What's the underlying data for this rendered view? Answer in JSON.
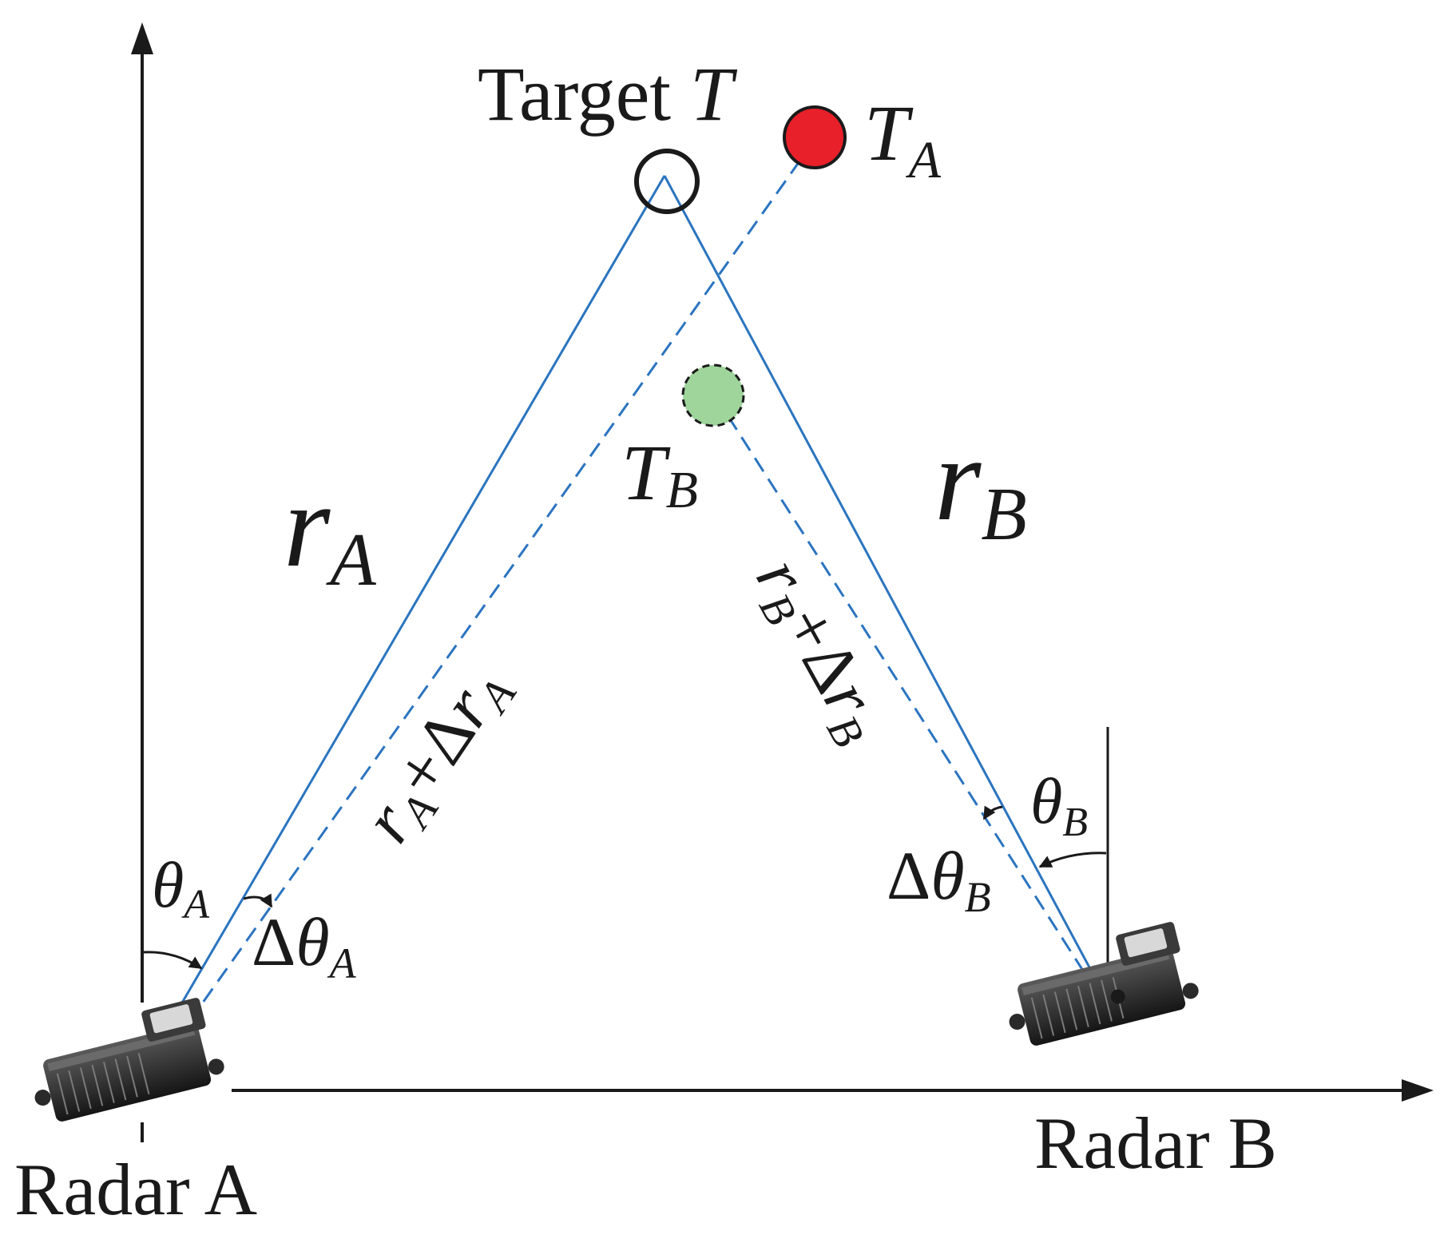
{
  "labels": {
    "radar_a": "Radar A",
    "radar_b": "Radar B",
    "target_prefix": "Target ",
    "target_symbol": "T",
    "t_a_main": "T",
    "t_a_sub": "A",
    "t_b_main": "T",
    "t_b_sub": "B",
    "r_a_main": "r",
    "r_a_sub": "A",
    "r_b_main": "r",
    "r_b_sub": "B",
    "theta": "θ",
    "delta": "Δ",
    "sub_a": "A",
    "sub_b": "B",
    "plus": "+",
    "r": "r"
  },
  "colors": {
    "axis": "#1a1a1a",
    "ray": "#2b74c0",
    "true_target_stroke": "#1a1a1a",
    "target_a_fill": "#e8202a",
    "target_b_fill": "#9fd49b",
    "radar_body": "#2a2a2a"
  }
}
